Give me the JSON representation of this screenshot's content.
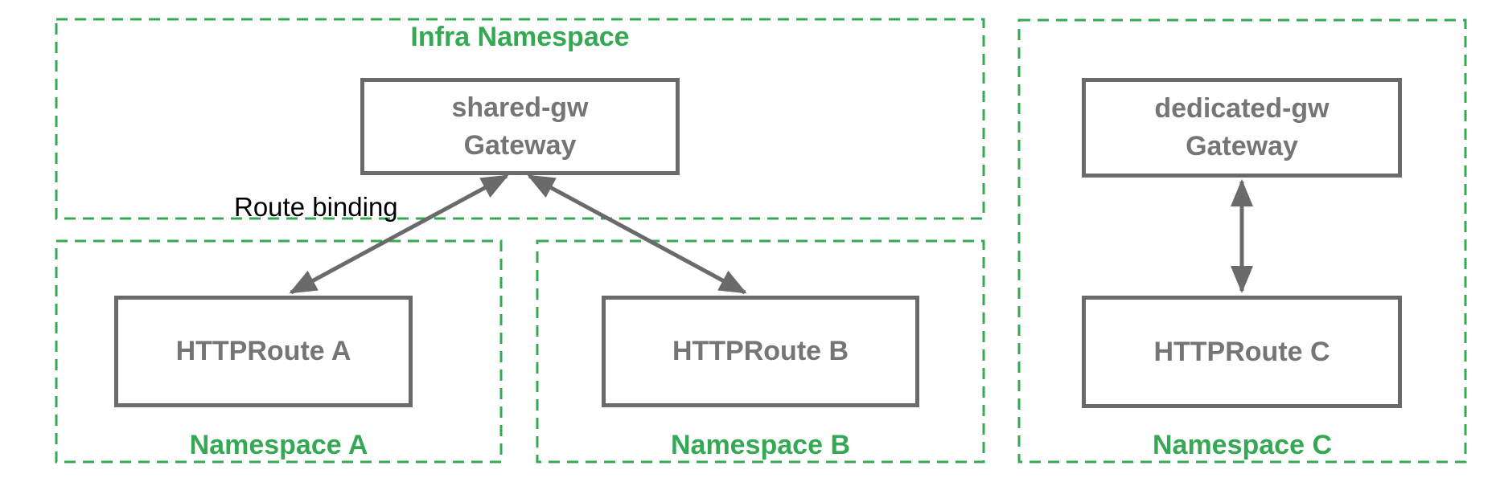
{
  "colors": {
    "namespace_green": "#34a853",
    "node_border_gray": "#6a6a6a",
    "node_text_gray": "#757575",
    "annotation_black": "#000000"
  },
  "infra_namespace": {
    "label": "Infra Namespace",
    "gateway": {
      "name": "shared-gw",
      "kind": "Gateway"
    }
  },
  "annotations": {
    "route_binding": "Route binding"
  },
  "namespaces": [
    {
      "label": "Namespace A",
      "node": "HTTPRoute A"
    },
    {
      "label": "Namespace B",
      "node": "HTTPRoute B"
    },
    {
      "label": "Namespace C",
      "node": "HTTPRoute C",
      "gateway": {
        "name": "dedicated-gw",
        "kind": "Gateway"
      }
    }
  ]
}
